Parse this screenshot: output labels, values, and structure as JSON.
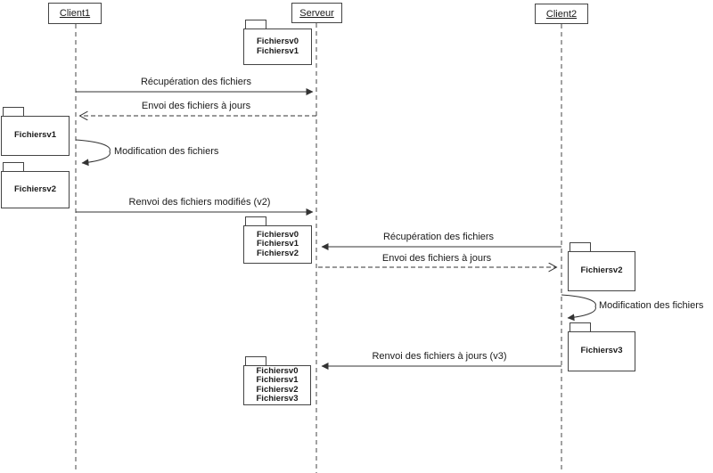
{
  "diagram": {
    "colors": {
      "line": "#333333",
      "text": "#1a1a1a",
      "background": "#ffffff"
    },
    "actors": [
      {
        "label": "Client1"
      },
      {
        "label": "Serveur"
      },
      {
        "label": "Client2"
      }
    ],
    "folders": [
      {
        "owner": "Serveur",
        "lines": [
          "Fichiersv0",
          "Fichiersv1"
        ]
      },
      {
        "owner": "Client1",
        "lines": [
          "Fichiersv1"
        ]
      },
      {
        "owner": "Client1",
        "lines": [
          "Fichiersv2"
        ]
      },
      {
        "owner": "Serveur",
        "lines": [
          "Fichiersv0",
          "Fichiersv1",
          "Fichiersv2"
        ]
      },
      {
        "owner": "Client2",
        "lines": [
          "Fichiersv2"
        ]
      },
      {
        "owner": "Client2",
        "lines": [
          "Fichiersv3"
        ]
      },
      {
        "owner": "Serveur",
        "lines": [
          "Fichiersv0",
          "Fichiersv1",
          "Fichiersv2",
          "Fichiersv3"
        ]
      }
    ],
    "messages": [
      {
        "label": "Récupération des fichiers",
        "from": "Client1",
        "to": "Serveur",
        "style": "solid"
      },
      {
        "label": "Envoi des fichiers à jours",
        "from": "Serveur",
        "to": "Client1",
        "style": "dashed"
      },
      {
        "label": "Modification des fichiers",
        "from": "Client1",
        "to": "Client1",
        "style": "self"
      },
      {
        "label": "Renvoi des fichiers modifiés (v2)",
        "from": "Client1",
        "to": "Serveur",
        "style": "solid"
      },
      {
        "label": "Récupération des fichiers",
        "from": "Client2",
        "to": "Serveur",
        "style": "solid"
      },
      {
        "label": "Envoi des fichiers à jours",
        "from": "Serveur",
        "to": "Client2",
        "style": "dashed"
      },
      {
        "label": "Modification des fichiers",
        "from": "Client2",
        "to": "Client2",
        "style": "self"
      },
      {
        "label": "Renvoi des fichiers à jours (v3)",
        "from": "Client2",
        "to": "Serveur",
        "style": "solid"
      }
    ]
  }
}
